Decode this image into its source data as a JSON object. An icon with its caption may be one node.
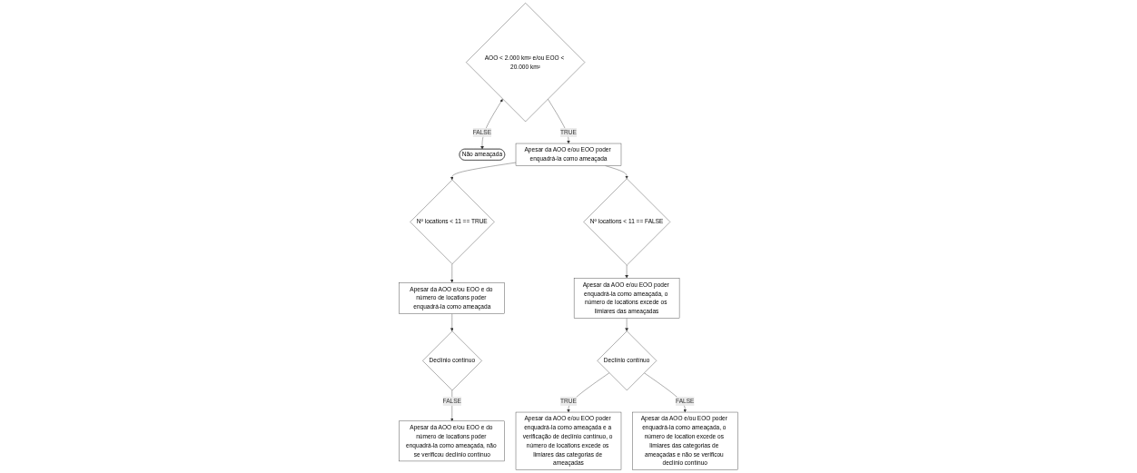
{
  "diagram": {
    "nodes": [
      {
        "text": [
          "Não ameaçada"
        ]
      },
      {
        "text": [
          "AOO < 2.000 km² e/ou EOO < 20.000 km²"
        ]
      },
      {
        "text": [
          "Apesar da AOO e/ou EOO poder enquadrá-la como ameaçada"
        ]
      },
      {
        "text": [
          "Nº locations < 11 == TRUE"
        ]
      },
      {
        "text": [
          "Nº locations < 11 == FALSE"
        ]
      },
      {
        "text": [
          "Apesar da AOO e/ou EOO e do número de locations poder enquadrá-la como ameaçada"
        ]
      },
      {
        "text": [
          "Apesar da AOO e/ou EOO poder enquadrá-la como ameaçada, o número de locations excede os limiares das ameaçadas"
        ]
      },
      {
        "text": [
          "Declínio contínuo"
        ]
      },
      {
        "text": [
          "Declínio contínuo"
        ]
      },
      {
        "text": [
          "Apesar da AOO e/ou EOO e do número de locations poder enquadrá-la como ameaçada, não se verificou declínio contínuo"
        ]
      },
      {
        "text": [
          "Apesar da AOO e/ou EOO poder enquadrá-la como ameaçada e a verificação de declínio contínuo, o número de locations excede os limiares das categorias de ameaçadas"
        ]
      },
      {
        "text": [
          "Apesar da AOO e/ou EOO poder enquadrá-la como ameaçada, o número de location excede os limiares das categorias de ameaçadas e não se verificou declínio contínuo"
        ]
      }
    ],
    "edges": [
      {
        "from": 1,
        "to": 0,
        "arrow": "both",
        "label": "FALSE"
      },
      {
        "from": 1,
        "to": 2,
        "arrow": "to",
        "label": "TRUE"
      },
      {
        "from": 2,
        "to": 3,
        "arrow": "to"
      },
      {
        "from": 2,
        "to": 4,
        "arrow": "to"
      },
      {
        "from": 3,
        "to": 5,
        "arrow": "to"
      },
      {
        "from": 4,
        "to": 6,
        "arrow": "to"
      },
      {
        "from": 5,
        "to": 7,
        "arrow": "to"
      },
      {
        "from": 6,
        "to": 8,
        "arrow": "to"
      },
      {
        "from": 7,
        "to": 9,
        "arrow": "to",
        "label": "FALSE"
      },
      {
        "from": 8,
        "to": 10,
        "arrow": "to",
        "label": "TRUE"
      },
      {
        "from": 8,
        "to": 11,
        "arrow": "to",
        "label": "FALSE"
      }
    ]
  }
}
